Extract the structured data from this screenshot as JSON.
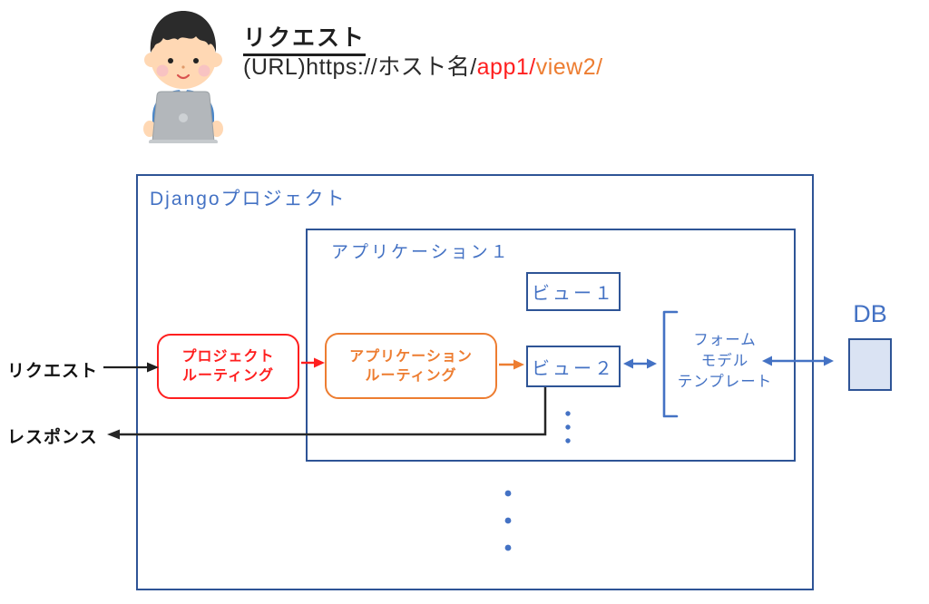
{
  "header": {
    "title": "リクエスト",
    "url_prefix": "(URL)https://ホスト名/",
    "url_app": "app1/",
    "url_view": "view2/"
  },
  "side_labels": {
    "request": "リクエスト",
    "response": "レスポンス"
  },
  "diagram": {
    "project_label": "Djangoプロジェクト",
    "app_label": "アプリケーション１",
    "project_routing": [
      "プロジェクト",
      "ルーティング"
    ],
    "app_routing": [
      "アプリケーション",
      "ルーティング"
    ],
    "view1_label": "ビュー１",
    "view2_label": "ビュー２",
    "bracket_items": [
      "フォーム",
      "モデル",
      "テンプレート"
    ],
    "db_label": "DB"
  },
  "icons": {
    "person": "user-at-laptop-illustration"
  },
  "colors": {
    "accent_blue": "#4472c4",
    "border_blue": "#2e5496",
    "red": "#ff1f1f",
    "orange": "#ed7d31",
    "black": "#1f1f1f",
    "db_fill": "#dae3f3"
  }
}
